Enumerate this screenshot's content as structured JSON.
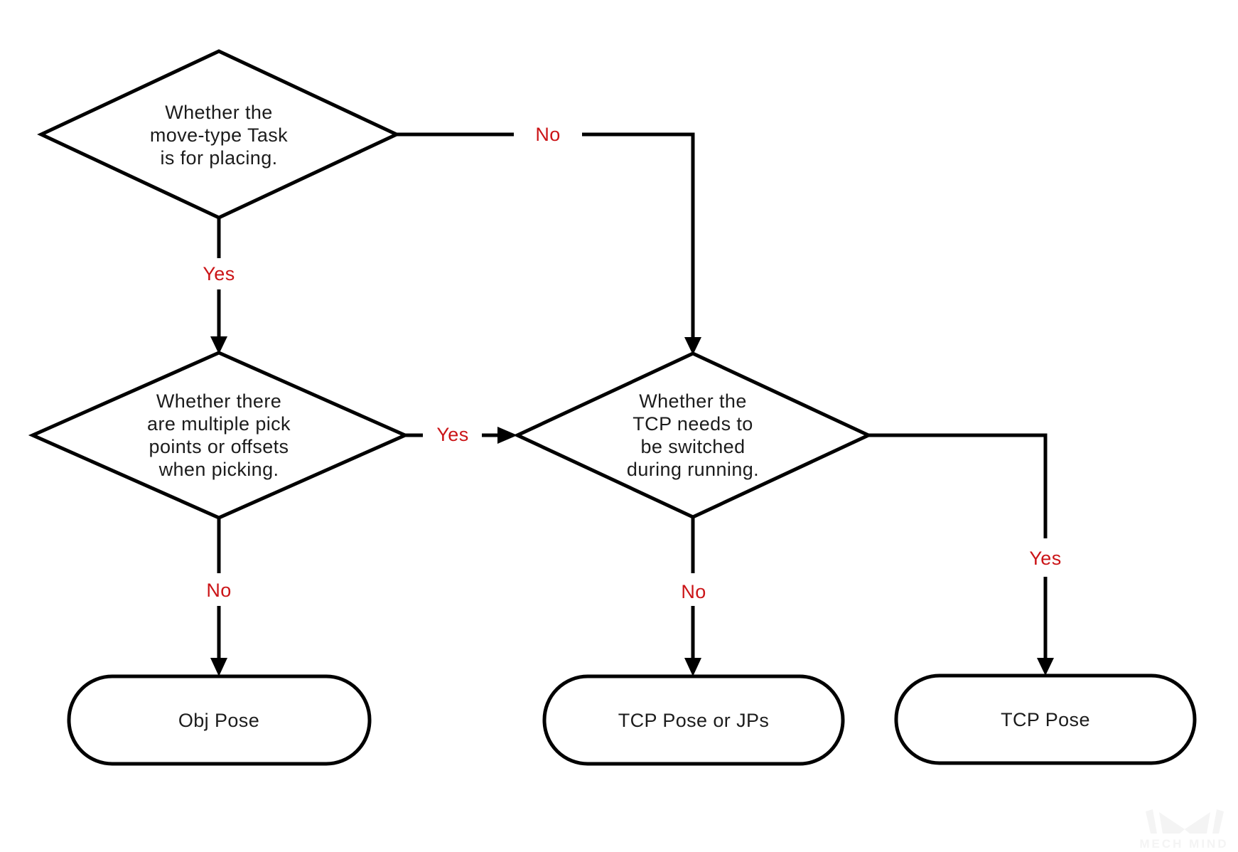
{
  "diagram": {
    "background_color": "#ffffff",
    "stroke_color": "#000000",
    "text_color": "#1c1c1c",
    "edge_label_color": "#cb1417",
    "nodes": {
      "decision_placing": {
        "type": "decision",
        "lines": [
          "Whether the",
          "move-type Task",
          "is for placing."
        ]
      },
      "decision_pick_points": {
        "type": "decision",
        "lines": [
          "Whether there",
          "are multiple pick",
          "points or offsets",
          "when picking."
        ]
      },
      "decision_tcp_switch": {
        "type": "decision",
        "lines": [
          "Whether the",
          "TCP needs to",
          "be switched",
          "during running."
        ]
      },
      "result_obj_pose": {
        "type": "terminal",
        "label": "Obj Pose"
      },
      "result_tcp_pose_or_jps": {
        "type": "terminal",
        "label": "TCP Pose or JPs"
      },
      "result_tcp_pose": {
        "type": "terminal",
        "label": "TCP Pose"
      }
    },
    "edge_labels": {
      "placing_no": "No",
      "placing_yes": "Yes",
      "pick_points_yes": "Yes",
      "pick_points_no": "No",
      "tcp_switch_no": "No",
      "tcp_switch_yes": "Yes"
    },
    "watermark": {
      "text": "MECH MIND",
      "color": "#f4f4f4"
    }
  }
}
